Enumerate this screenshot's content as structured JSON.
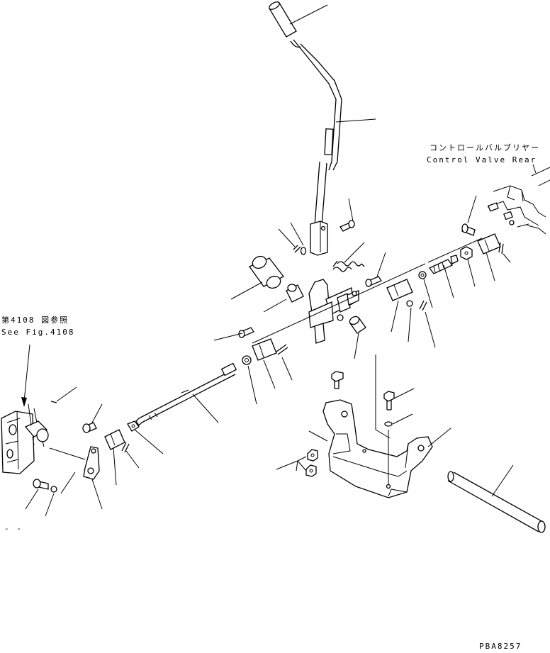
{
  "labels": {
    "control_valve_jp": "コントロールバルブリヤー",
    "control_valve_en": "Control Valve Rear",
    "see_fig_jp": "第4108 図参照",
    "see_fig_en": "See Fig.4108",
    "drawing_number": "PBA8257",
    "dash_mark": "- -"
  }
}
